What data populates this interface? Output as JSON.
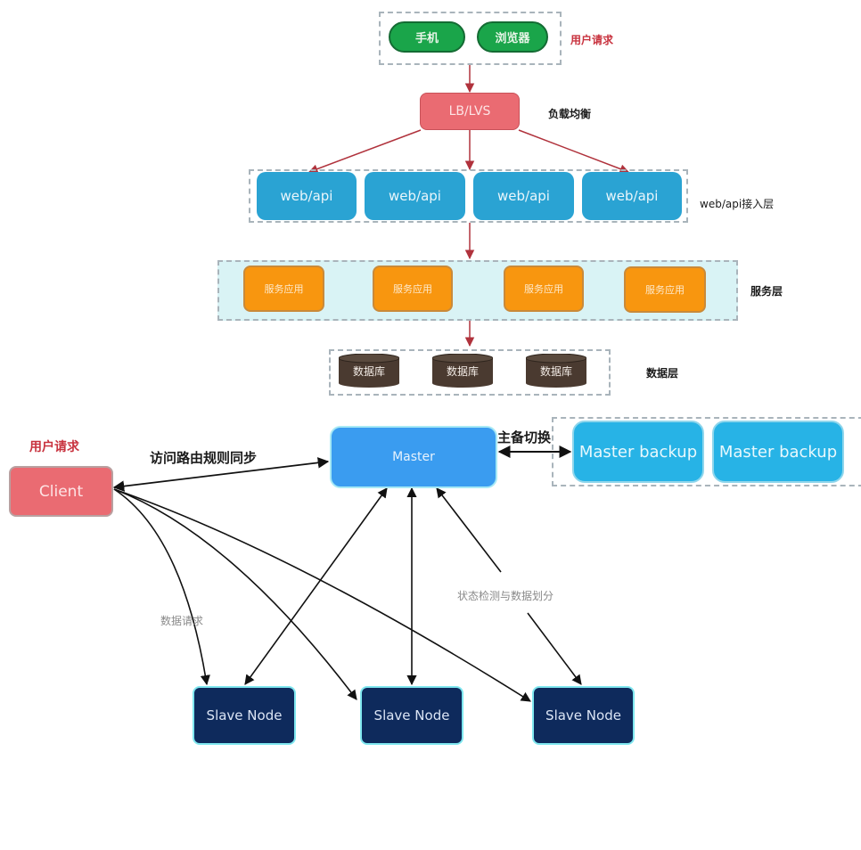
{
  "top_diagram": {
    "user_request": {
      "label": "用户请求",
      "clients": [
        "手机",
        "浏览器"
      ]
    },
    "load_balancer": {
      "node": "LB/LVS",
      "label": "负载均衡"
    },
    "web_layer": {
      "nodes": [
        "web/api",
        "web/api",
        "web/api",
        "web/api"
      ],
      "label": "web/api接入层"
    },
    "service_layer": {
      "nodes": [
        "服务应用",
        "服务应用",
        "服务应用",
        "服务应用"
      ],
      "label": "服务层"
    },
    "data_layer": {
      "nodes": [
        "数据库",
        "数据库",
        "数据库"
      ],
      "label": "数据层"
    }
  },
  "bottom_diagram": {
    "user_request_label": "用户请求",
    "client": "Client",
    "master": "Master",
    "backups": [
      "Master backup",
      "Master backup"
    ],
    "slaves": [
      "Slave Node",
      "Slave Node",
      "Slave Node"
    ],
    "edge_labels": {
      "route_sync": "访问路由规则同步",
      "failover": "主备切换",
      "data_request": "数据请求",
      "health_partition": "状态检测与数据划分"
    }
  },
  "colors": {
    "arrow_top": "#b0323c",
    "arrow_bottom": "#111111",
    "green": "#1aa54a",
    "lb_red": "#ea6b72",
    "web_blue": "#2aa3d3",
    "service_orange": "#f8960f",
    "db_brown": "#4a3a30",
    "master_blue": "#3a9cf0",
    "backup_cyan": "#27b3e6",
    "slave_navy": "#0e2a5c"
  }
}
